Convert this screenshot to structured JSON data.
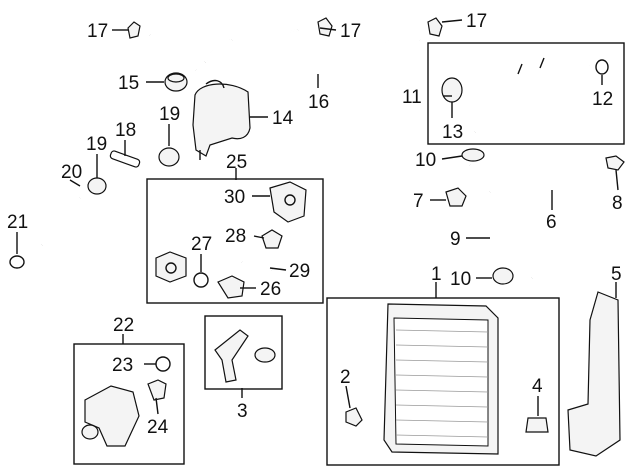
{
  "callouts": {
    "c1": "1",
    "c2": "2",
    "c3": "3",
    "c4": "4",
    "c5": "5",
    "c6": "6",
    "c7": "7",
    "c8": "8",
    "c9": "9",
    "c10a": "10",
    "c10b": "10",
    "c11": "11",
    "c12": "12",
    "c13": "13",
    "c14": "14",
    "c15": "15",
    "c16": "16",
    "c17a": "17",
    "c17b": "17",
    "c17c": "17",
    "c18": "18",
    "c19a": "19",
    "c19b": "19",
    "c20": "20",
    "c21": "21",
    "c22": "22",
    "c23": "23",
    "c24": "24",
    "c25": "25",
    "c26": "26",
    "c27": "27",
    "c28": "28",
    "c29": "29",
    "c30": "30"
  }
}
